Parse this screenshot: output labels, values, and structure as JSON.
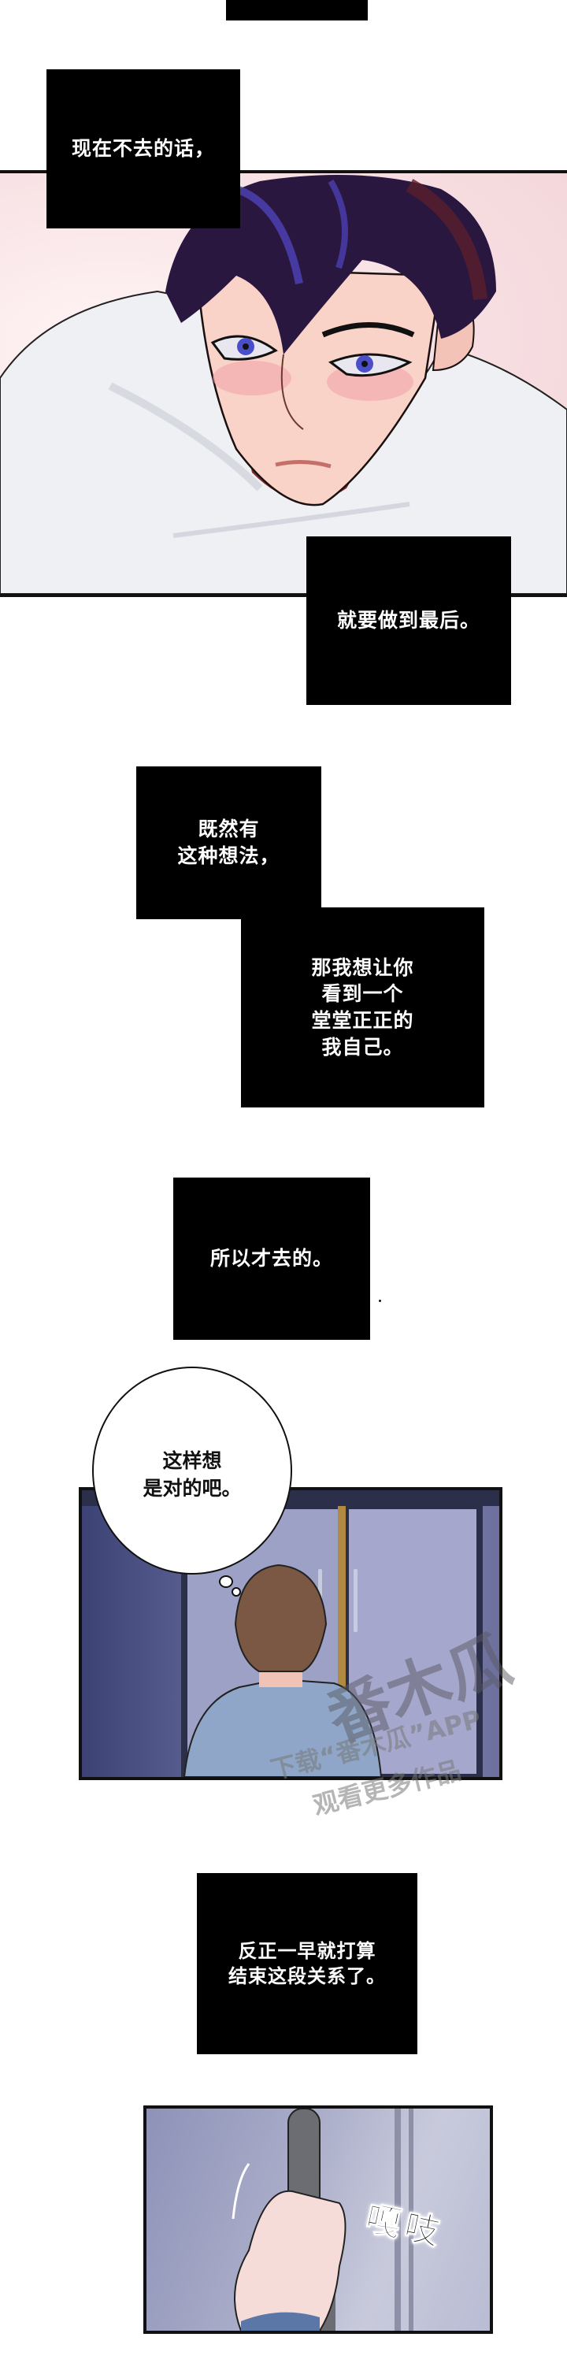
{
  "page": {
    "type": "webcomic-strip",
    "background": "#ffffff"
  },
  "captions": [
    {
      "id": "caption-top-partial",
      "text": ""
    },
    {
      "id": "caption-1",
      "text": "现在不去的话，"
    },
    {
      "id": "caption-2",
      "text": "就要做到最后。"
    },
    {
      "id": "caption-3",
      "text": "既然有\n这种想法，"
    },
    {
      "id": "caption-4",
      "text": "那我想让你\n看到一个\n堂堂正正的\n我自己。"
    },
    {
      "id": "caption-5",
      "text": "所以才去的。"
    },
    {
      "id": "caption-6",
      "text": "反正一早就打算\n结束这段关系了。"
    }
  ],
  "panels": [
    {
      "id": "panel-closeup-face",
      "description": "Close-up of dark-haired man with blue eyes, blushing, wearing white shirt, pink background",
      "colors": {
        "bg": "#f7dfe2",
        "hair": "#2a1740",
        "hair_highlight": "#4b3fb0",
        "skin": "#f9d2c8",
        "shirt": "#eef0f4",
        "eye": "#4a4fc9"
      }
    },
    {
      "id": "panel-back-view",
      "description": "Man with brown hair in blue jacket seen from behind, facing glass doors at night",
      "colors": {
        "bg": "#6a6f9c",
        "frame": "#2c2f4a",
        "hair": "#7a5844",
        "jacket": "#8fa6c8"
      }
    },
    {
      "id": "panel-hand-handle",
      "description": "Hand gripping a grey door handle",
      "colors": {
        "bg": "#a9acc8",
        "handle": "#6b6d72",
        "skin": "#f6dcd8",
        "sleeve": "#5b77a8"
      }
    }
  ],
  "bubbles": [
    {
      "id": "thought-bubble-1",
      "text": "这样想\n是对的吧。"
    }
  ],
  "sfx": [
    {
      "id": "sfx-creak",
      "text": "嘎吱"
    }
  ],
  "watermark": {
    "logo": "番木瓜",
    "line1": "下载“番木瓜”APP",
    "line2": "观看更多作品"
  }
}
